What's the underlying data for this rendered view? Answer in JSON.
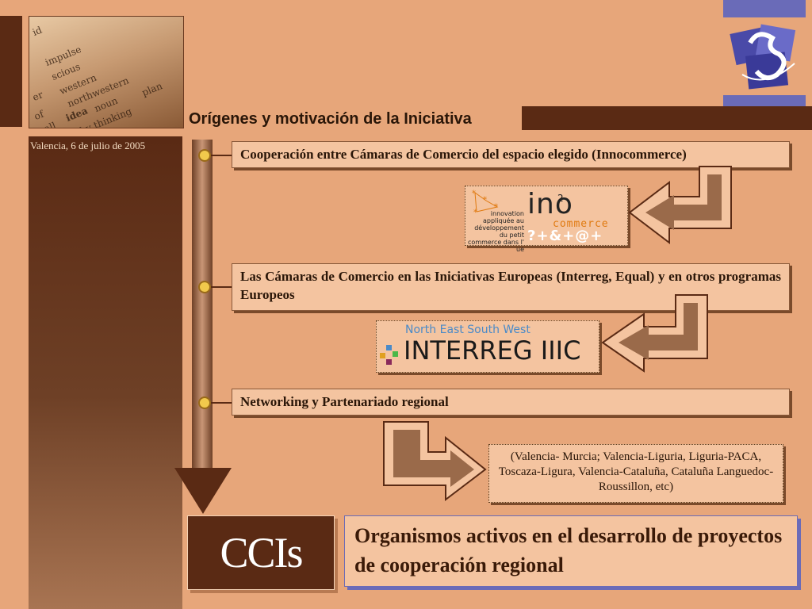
{
  "photo": {
    "words": [
      "id",
      "impulse",
      "scious",
      "western",
      "northwestern",
      "idea",
      "noun",
      "by thinking",
      "of",
      "mall",
      "er",
      "plan"
    ]
  },
  "sidebar": {
    "date": "Valencia, 6 de julio de 2005"
  },
  "header": {
    "title": "Orígenes y motivación de la Iniciativa"
  },
  "timeline": {
    "items": [
      {
        "label": "Cooperación entre Cámaras de Comercio del espacio  elegido (Innocommerce)"
      },
      {
        "label": "Las Cámaras de Comercio en las Iniciativas Europeas (Interreg, Equal) y en otros programas Europeos"
      },
      {
        "label": "Networking y Partenariado regional"
      }
    ]
  },
  "innocommerce_logo": {
    "small_text": "innovation appliquée au développement du petit commerce dans l' ue",
    "big_text": "ino",
    "superscript": "2",
    "commerce": "commerce",
    "symbols": "?+&+@+"
  },
  "interreg_logo": {
    "subtitle": "North East South West",
    "title": "INTERREG IIIC"
  },
  "partners": {
    "text": "(Valencia- Murcia; Valencia-Liguria, Liguria-PACA, Toscaza-Ligura, Valencia-Cataluña, Cataluña Languedoc-Roussillon, etc)"
  },
  "bottom": {
    "ccis": "CCIs",
    "statement": "Organismos activos en el desarrollo de proyectos de cooperación regional"
  },
  "colors": {
    "background": "#e7a67a",
    "dark_brown": "#5a2a14",
    "box_fill": "#f4c4a0",
    "accent_blue": "#6a6bb8",
    "bullet": "#f2c94c"
  }
}
